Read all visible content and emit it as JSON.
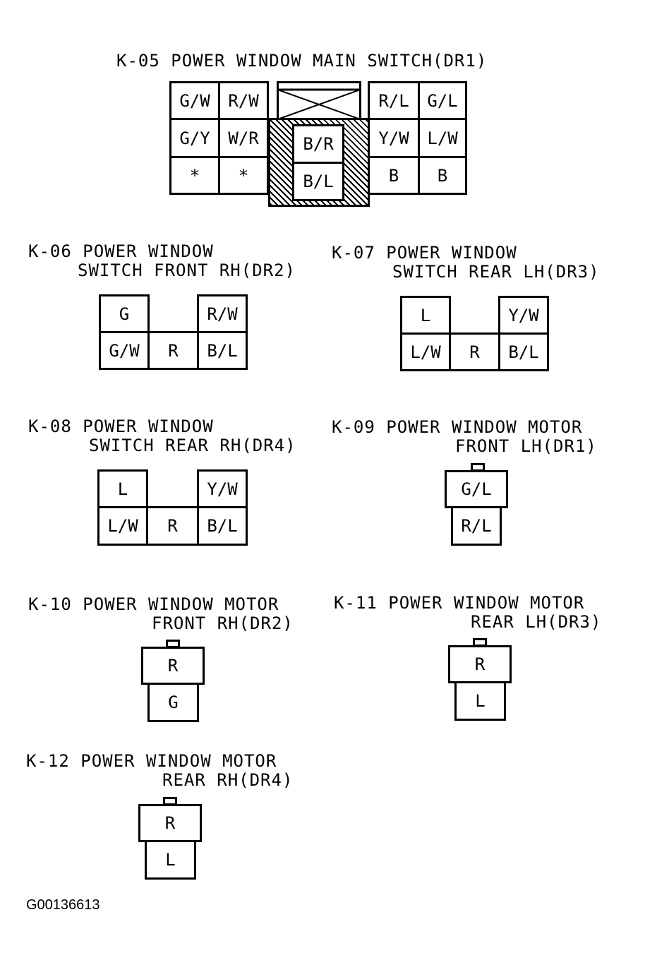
{
  "connectors": {
    "k05": {
      "title": "K-05 POWER WINDOW MAIN SWITCH(DR1)",
      "left": [
        [
          "G/W",
          "R/W"
        ],
        [
          "G/Y",
          "W/R"
        ],
        [
          "*",
          "*"
        ]
      ],
      "center": [
        "B/R",
        "B/L"
      ],
      "right": [
        [
          "R/L",
          "G/L"
        ],
        [
          "Y/W",
          "L/W"
        ],
        [
          "B",
          "B"
        ]
      ]
    },
    "k06": {
      "title1": "K-06 POWER WINDOW",
      "title2": "SWITCH FRONT RH(DR2)",
      "top": [
        "G",
        "R/W"
      ],
      "bottom": [
        "G/W",
        "R",
        "B/L"
      ]
    },
    "k07": {
      "title1": "K-07 POWER WINDOW",
      "title2": "SWITCH REAR LH(DR3)",
      "top": [
        "L",
        "Y/W"
      ],
      "bottom": [
        "L/W",
        "R",
        "B/L"
      ]
    },
    "k08": {
      "title1": "K-08 POWER WINDOW",
      "title2": "SWITCH REAR RH(DR4)",
      "top": [
        "L",
        "Y/W"
      ],
      "bottom": [
        "L/W",
        "R",
        "B/L"
      ]
    },
    "k09": {
      "title1": "K-09 POWER WINDOW MOTOR",
      "title2": "FRONT LH(DR1)",
      "pins": [
        "G/L",
        "R/L"
      ]
    },
    "k10": {
      "title1": "K-10 POWER WINDOW MOTOR",
      "title2": "FRONT RH(DR2)",
      "pins": [
        "R",
        "G"
      ]
    },
    "k11": {
      "title1": "K-11 POWER WINDOW MOTOR",
      "title2": "REAR LH(DR3)",
      "pins": [
        "R",
        "L"
      ]
    },
    "k12": {
      "title1": "K-12 POWER WINDOW MOTOR",
      "title2": "REAR RH(DR4)",
      "pins": [
        "R",
        "L"
      ]
    }
  },
  "figure_code": "G00136613"
}
